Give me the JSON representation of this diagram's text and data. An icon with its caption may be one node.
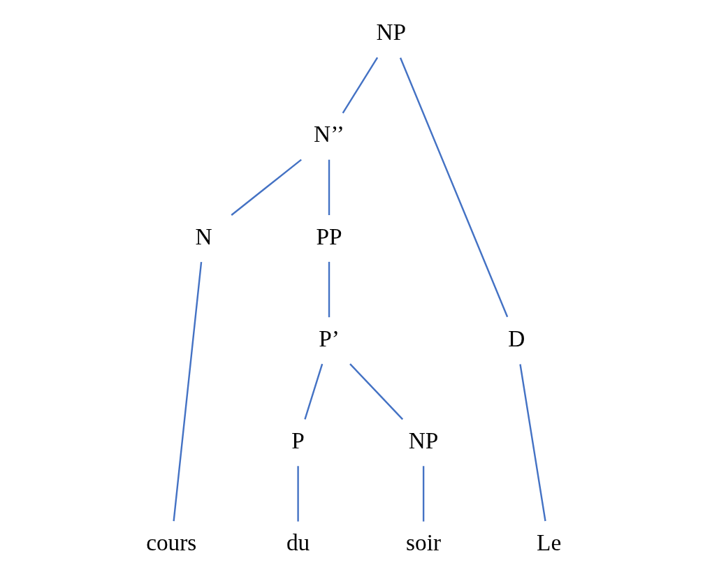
{
  "diagram": {
    "nodes": [
      {
        "text": [
          "NP"
        ]
      },
      {
        "text": [
          "N’’"
        ]
      },
      {
        "text": [
          "D"
        ]
      },
      {
        "text": [
          "N"
        ]
      },
      {
        "text": [
          "PP"
        ]
      },
      {
        "text": [
          "P’"
        ]
      },
      {
        "text": [
          "P"
        ]
      },
      {
        "text": [
          "NP"
        ]
      },
      {
        "text": [
          "Le"
        ]
      },
      {
        "text": [
          "cours"
        ]
      },
      {
        "text": [
          "du"
        ]
      },
      {
        "text": [
          "soir"
        ]
      }
    ],
    "edges": [
      {
        "from": 0,
        "to": 2,
        "arrow": "none"
      },
      {
        "from": 0,
        "to": 1,
        "arrow": "none"
      },
      {
        "from": 1,
        "to": 3,
        "arrow": "none"
      },
      {
        "from": 1,
        "to": 4,
        "arrow": "none"
      },
      {
        "from": 4,
        "to": 5,
        "arrow": "none"
      },
      {
        "from": 5,
        "to": 6,
        "arrow": "none"
      },
      {
        "from": 5,
        "to": 7,
        "arrow": "none"
      },
      {
        "from": 2,
        "to": 8,
        "arrow": "none"
      },
      {
        "from": 3,
        "to": 9,
        "arrow": "none"
      },
      {
        "from": 6,
        "to": 10,
        "arrow": "none"
      },
      {
        "from": 7,
        "to": 11,
        "arrow": "none"
      }
    ]
  }
}
